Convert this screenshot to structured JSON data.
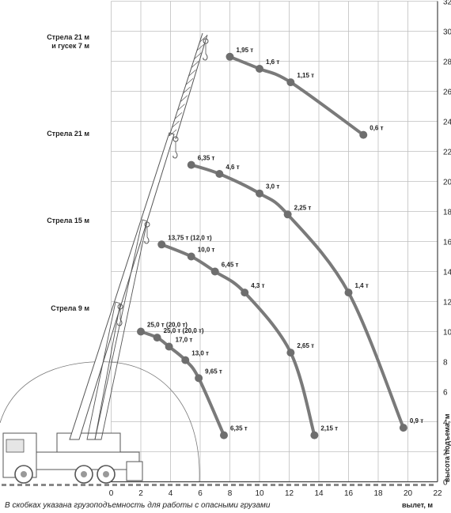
{
  "chart_data": {
    "type": "line",
    "title": "",
    "xlabel": "вылет, м",
    "ylabel": "высота подъема, м",
    "xlim": [
      0,
      22
    ],
    "ylim": [
      0,
      32
    ],
    "x_ticks": [
      0,
      2,
      4,
      6,
      8,
      10,
      12,
      14,
      16,
      18,
      20,
      22
    ],
    "y_ticks": [
      0,
      2,
      4,
      6,
      8,
      10,
      12,
      14,
      16,
      18,
      20,
      22,
      24,
      26,
      28,
      30,
      32
    ],
    "grid": true,
    "footnote": "В скобках указана грузоподъемность для работы с опасными грузами",
    "series": [
      {
        "name": "Стрела 9 м",
        "points": [
          {
            "x": 2.0,
            "y": 10.0,
            "label": "25,0 т (20,0 т)"
          },
          {
            "x": 3.1,
            "y": 9.6,
            "label": "25,0 т (20,0 т)"
          },
          {
            "x": 3.9,
            "y": 9.0,
            "label": "17,0 т"
          },
          {
            "x": 5.0,
            "y": 8.1,
            "label": "13,0 т"
          },
          {
            "x": 5.9,
            "y": 6.9,
            "label": "9,65 т"
          },
          {
            "x": 7.6,
            "y": 3.1,
            "label": "6,35 т"
          }
        ]
      },
      {
        "name": "Стрела 15 м",
        "points": [
          {
            "x": 3.4,
            "y": 15.8,
            "label": "13,75 т (12,0 т)"
          },
          {
            "x": 5.4,
            "y": 15.0,
            "label": "10,0 т"
          },
          {
            "x": 7.0,
            "y": 14.0,
            "label": "6,45 т"
          },
          {
            "x": 9.0,
            "y": 12.6,
            "label": "4,3 т"
          },
          {
            "x": 12.1,
            "y": 8.6,
            "label": "2,65 т"
          },
          {
            "x": 13.7,
            "y": 3.1,
            "label": "2,15 т"
          }
        ]
      },
      {
        "name": "Стрела 21 м",
        "points": [
          {
            "x": 5.4,
            "y": 21.1,
            "label": "6,35 т"
          },
          {
            "x": 7.3,
            "y": 20.5,
            "label": "4,6 т"
          },
          {
            "x": 10.0,
            "y": 19.2,
            "label": "3,0 т"
          },
          {
            "x": 11.9,
            "y": 17.8,
            "label": "2,25 т"
          },
          {
            "x": 16.0,
            "y": 12.6,
            "label": "1,4 т"
          },
          {
            "x": 19.7,
            "y": 3.6,
            "label": "0,9 т"
          }
        ]
      },
      {
        "name": "Стрела 21 м и гусек 7 м",
        "points": [
          {
            "x": 8.0,
            "y": 28.3,
            "label": "1,95 т"
          },
          {
            "x": 10.0,
            "y": 27.5,
            "label": "1,6 т"
          },
          {
            "x": 12.1,
            "y": 26.6,
            "label": "1,15 т"
          },
          {
            "x": 17.0,
            "y": 23.1,
            "label": "0,6 т"
          }
        ]
      }
    ],
    "boom_labels": [
      {
        "lines": [
          "Стрела 21 м",
          "и гусек 7 м"
        ]
      },
      {
        "lines": [
          "Стрела 21 м"
        ]
      },
      {
        "lines": [
          "Стрела 15 м"
        ]
      },
      {
        "lines": [
          "Стрела 9 м"
        ]
      }
    ]
  }
}
